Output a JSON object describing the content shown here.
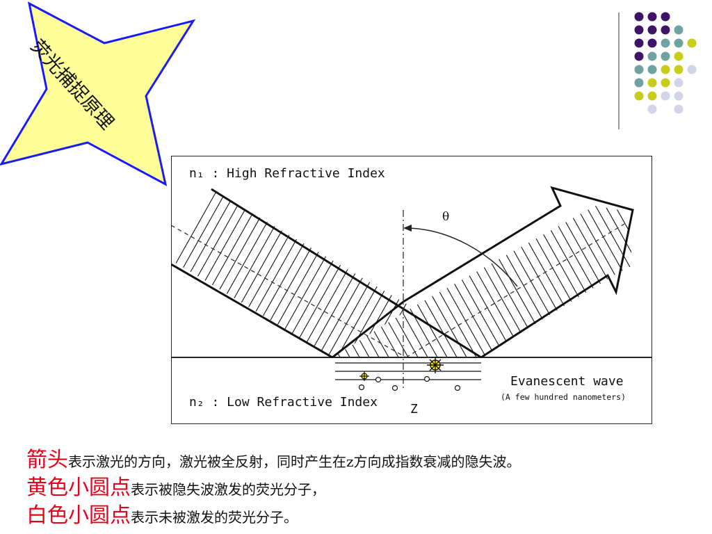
{
  "slide": {
    "title_chars": [
      "荧",
      "光",
      "捕",
      "捉",
      "原",
      "理"
    ]
  },
  "diagram": {
    "n1_label": "n₁ : High Refractive Index",
    "n2_label": "n₂ : Low Refractive Index",
    "theta": "θ",
    "z_label": "Z",
    "evanescent_label": "Evanescent wave",
    "evanescent_sub": "(A few hundred nanometers)"
  },
  "captions": [
    {
      "highlight": "箭头",
      "text": "表示激光的方向，激光被全反射，同时产生在z方向成指数衰减的隐失波。"
    },
    {
      "highlight": "黄色小圆点",
      "text": "表示被隐失波激发的荧光分子，"
    },
    {
      "highlight": "白色小圆点",
      "text": "表示未被激发的荧光分子。"
    }
  ],
  "colors": {
    "star_fill": "#ffff99",
    "star_stroke": "#1a1aff",
    "highlight_red": "#e8001a",
    "dot_purple": "#3d1466",
    "dot_teal": "#6fa3a3",
    "dot_yellow": "#c8cc1a",
    "dot_lavender": "#d4d4e8"
  }
}
